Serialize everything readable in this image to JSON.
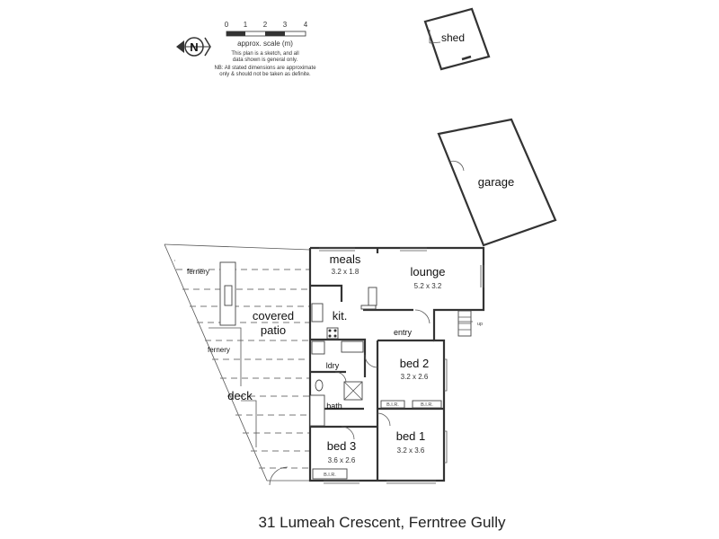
{
  "scale": {
    "ticks": [
      "0",
      "1",
      "2",
      "3",
      "4"
    ],
    "label": "approx. scale (m)",
    "compass_letter": "N",
    "note_lines": [
      "This plan is a sketch, and all",
      "data shown is general only.",
      "NB: All stated dimensions are approximate",
      "only & should not be taken as definite."
    ]
  },
  "rooms": {
    "shed": "shed",
    "garage": "garage",
    "meals": "meals",
    "meals_dim": "3.2 x 1.8",
    "lounge": "lounge",
    "lounge_dim": "5.2 x 3.2",
    "kit": "kit.",
    "covered_patio_1": "covered",
    "covered_patio_2": "patio",
    "fernery_top": "fernery",
    "fernery_mid": "fernery",
    "deck": "deck",
    "entry": "entry",
    "ldry": "ldry",
    "bath": "bath",
    "bed2": "bed 2",
    "bed2_dim": "3.2 x 2.6",
    "bed1": "bed 1",
    "bed1_dim": "3.2 x 3.6",
    "bed3": "bed 3",
    "bed3_dim": "3.6 x 2.6"
  },
  "fixtures": {
    "robe1": "B.I.R.",
    "robe2": "B.I.R.",
    "robe3": "B.I.R.",
    "up": "up"
  },
  "address": "31 Lumeah Crescent, Ferntree Gully"
}
